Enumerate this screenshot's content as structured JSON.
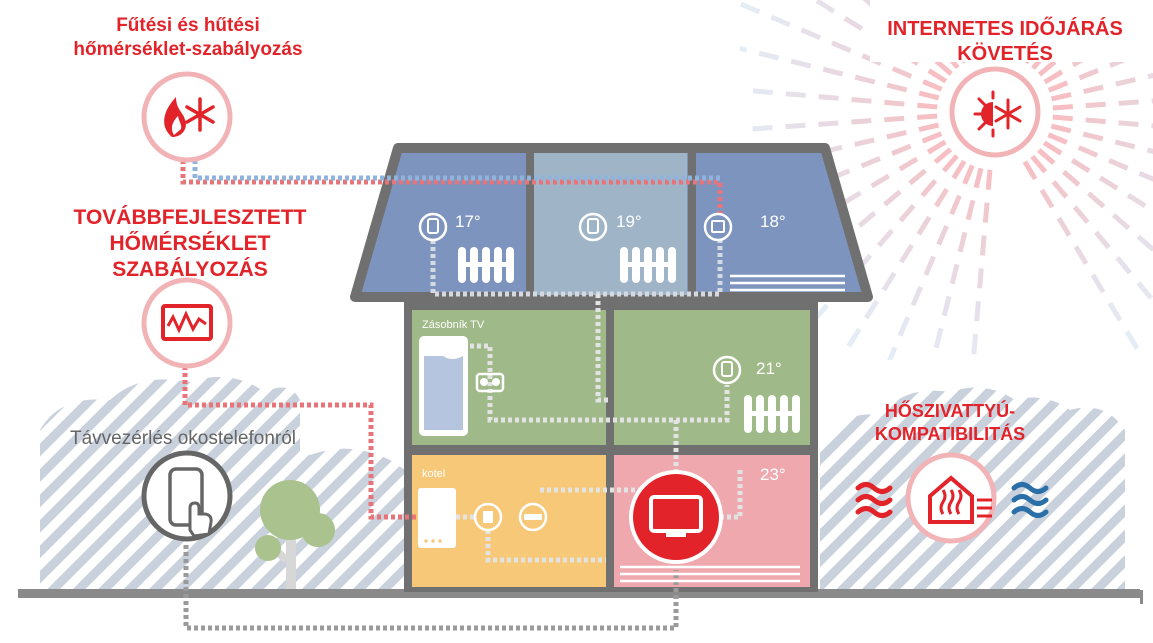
{
  "features": {
    "heating_cooling": {
      "line1": "Fűtési és hűtési",
      "line2": "hőmérséklet-szabályozás",
      "icon": "flame-snowflake-icon"
    },
    "advanced_control": {
      "line1": "TOVÁBBFEJLESZTETT",
      "line2": "HŐMÉRSÉKLET",
      "line3": "SZABÁLYOZÁS",
      "icon": "temperature-chart-icon"
    },
    "weather": {
      "line1": "INTERNETES IDŐJÁRÁS",
      "line2": "KÖVETÉS",
      "icon": "sun-snowflake-icon"
    },
    "heat_pump": {
      "line1": "HŐSZIVATTYÚ-",
      "line2": "KOMPATIBILITÁS",
      "icon": "heat-pump-house-icon"
    },
    "remote": {
      "label": "Távvezérlés okostelefonról",
      "icon": "smartphone-touch-icon"
    }
  },
  "rooms": {
    "attic_left": {
      "temp": "17°"
    },
    "attic_mid": {
      "temp": "19°"
    },
    "attic_right": {
      "temp": "18°"
    },
    "middle_left": {
      "label": "Zásobník TV"
    },
    "middle_right": {
      "temp": "21°"
    },
    "ground_left": {
      "label": "kotel"
    },
    "ground_right": {
      "temp": "23°"
    }
  },
  "colors": {
    "accent_red": "#e2232a",
    "roof_blue": "#7d94bf",
    "middle_green": "#9fba88",
    "ground_yellow": "#f6c878",
    "ground_pink": "#efa9ae",
    "wall_gray": "#707070",
    "dashed_blue": "#8fb3da",
    "dashed_red": "#e8747a"
  }
}
